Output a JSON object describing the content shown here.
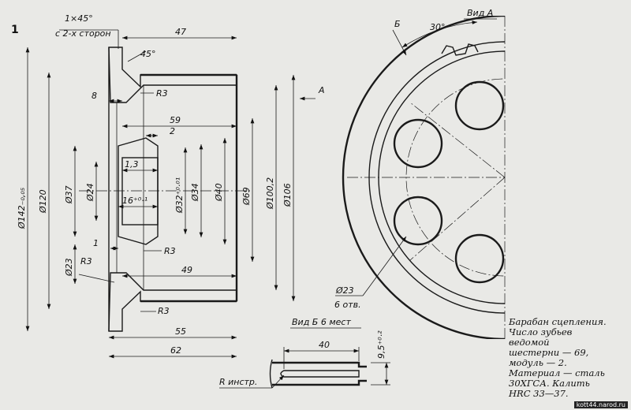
{
  "figure_number": "1",
  "labels": {
    "chamfer": "1×45°",
    "chamfer_note": "с 2-х сторон",
    "angle_45": "45°",
    "view_a": "Вид А",
    "view_b": "Б",
    "angle_30": "30°",
    "arrow_a": "А",
    "view_b_detail": "Вид Б 6 мест",
    "r_instr": "R инстр.",
    "holes_dia": "Ø23",
    "holes_count": "6 отв."
  },
  "dimensions": {
    "d47": "47",
    "d8": "8",
    "r3_top": "R3",
    "d59": "59",
    "d2": "2",
    "d1_3": "1,3",
    "d16": "16⁺⁰·¹",
    "d1": "1",
    "r3_mid": "R3",
    "r3_left": "R3",
    "d49": "49",
    "r3_bot": "R3",
    "d55": "55",
    "d62": "62",
    "d40": "40",
    "d9_5": "9,5⁺⁰·²",
    "dia142": "Ø142₋₀,₀₅",
    "dia120": "Ø120",
    "dia37": "Ø37",
    "dia24": "Ø24",
    "dia23": "Ø23",
    "dia32": "Ø32⁺⁰·⁰¹",
    "dia34": "Ø34",
    "dia40": "Ø40",
    "dia69": "Ø69",
    "dia100": "Ø100,2",
    "dia106": "Ø106"
  },
  "note_lines": [
    "Барабан сцепления.",
    "Число зубьев",
    "ведомой",
    "шестерни — 69,",
    "модуль — 2.",
    "Материал — сталь",
    "30ХГСА.  Калить",
    "HRC 33—37."
  ],
  "watermark": "kott44.narod.ru"
}
